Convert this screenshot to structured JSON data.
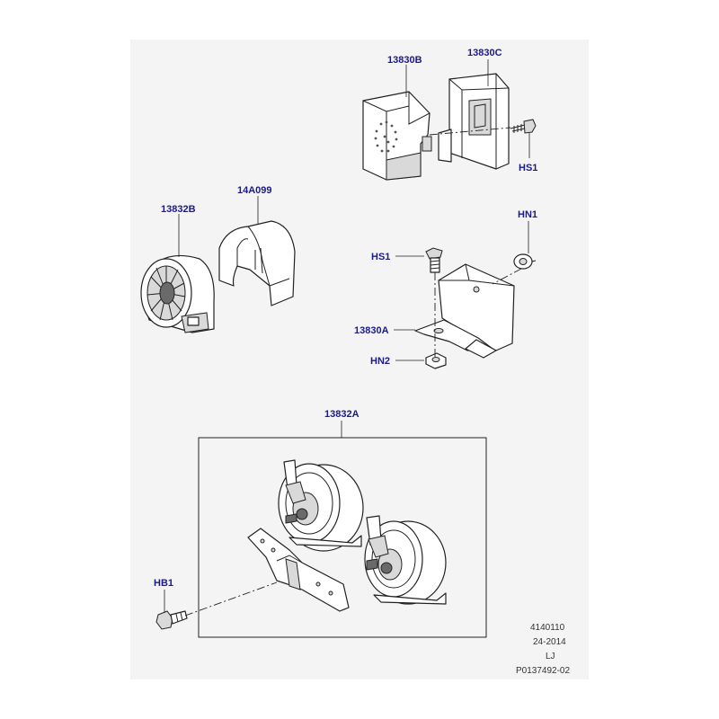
{
  "callouts": {
    "c13830B": "13830B",
    "c13830C": "13830C",
    "cHS1_top": "HS1",
    "c14A099": "14A099",
    "c13832B": "13832B",
    "cHN1": "HN1",
    "cHS1_mid": "HS1",
    "c13830A": "13830A",
    "cHN2": "HN2",
    "c13832A": "13832A",
    "cHB1": "HB1"
  },
  "footer": {
    "line1": "4140110",
    "line2": "24-2014",
    "line3": "LJ",
    "line4": "P0137492-02"
  },
  "colors": {
    "callout_text": "#1a1a8c",
    "panel_background": "#f4f4f4"
  }
}
